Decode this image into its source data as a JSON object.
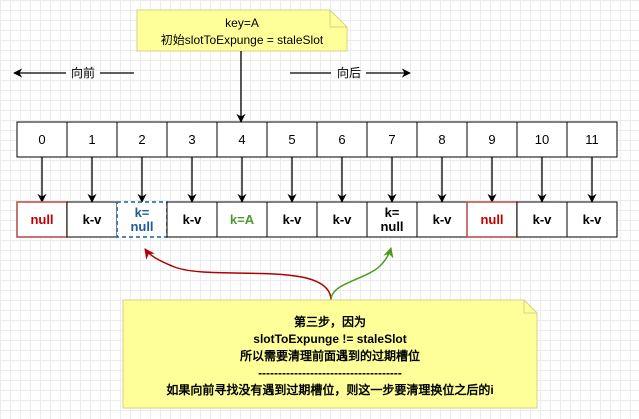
{
  "top_note": {
    "line1": "key=A",
    "line2": "初始slotToExpunge = staleSlot"
  },
  "directions": {
    "backward": "向前",
    "forward": "向后"
  },
  "indices": [
    "0",
    "1",
    "2",
    "3",
    "4",
    "5",
    "6",
    "7",
    "8",
    "9",
    "10",
    "11"
  ],
  "entries": [
    {
      "text": "null",
      "style": "null"
    },
    {
      "text": "k-v",
      "style": "normal"
    },
    {
      "text": "k=\nnull",
      "style": "stale"
    },
    {
      "text": "k-v",
      "style": "normal"
    },
    {
      "text": "k=A",
      "style": "key"
    },
    {
      "text": "k-v",
      "style": "normal"
    },
    {
      "text": "k-v",
      "style": "normal"
    },
    {
      "text": "k=\nnull",
      "style": "stale-plain"
    },
    {
      "text": "k-v",
      "style": "normal"
    },
    {
      "text": "null",
      "style": "null"
    },
    {
      "text": "k-v",
      "style": "normal"
    },
    {
      "text": "k-v",
      "style": "normal"
    }
  ],
  "bottom_note": {
    "line1": "第三步，因为",
    "line2": "slotToExpunge != staleSlot",
    "line3": "所以需要清理前面遇到的过期槽位",
    "separator": "------------------------------------",
    "line4": "如果向前寻找没有遇到过期槽位，则这一步要清理换位之后的i"
  },
  "colors": {
    "null_border": "#b85450",
    "null_text": "#c00000",
    "stale_border": "#1f5c99",
    "stale_text": "#1f5c99",
    "key_text": "#4c9a2a",
    "note_fill": "#ffff99",
    "note_border": "#d6d28a",
    "red_arrow": "#b20000",
    "green_arrow": "#4d9a1c"
  }
}
